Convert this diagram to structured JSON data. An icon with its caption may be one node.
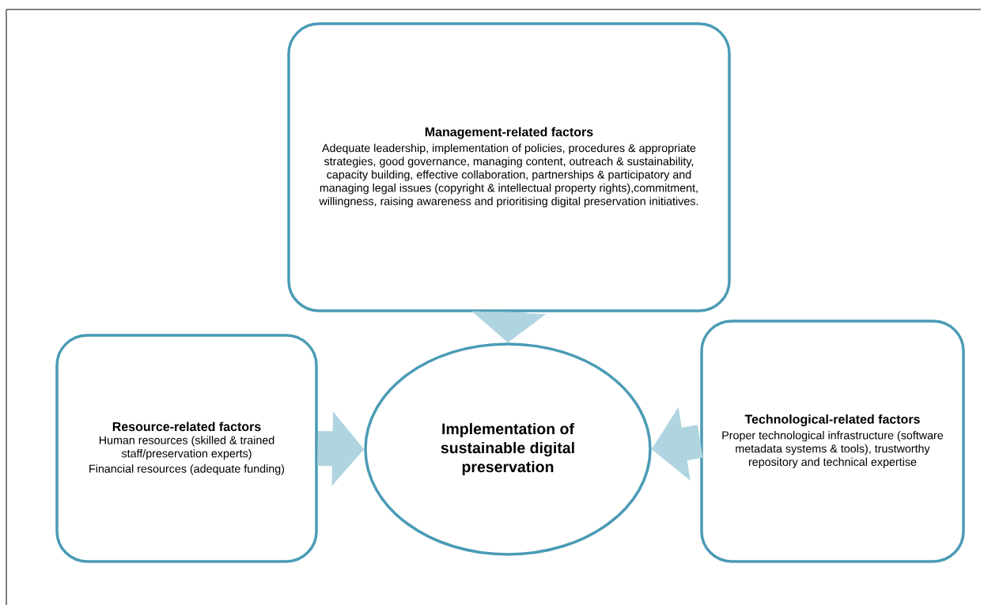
{
  "diagram": {
    "nodes": [
      {
        "text": [
          "Management-related factors",
          "Adequate leadership, implementation of policies, procedures & appropriate strategies, good governance, managing content, outreach & sustainability, capacity building, effective collaboration, partnerships & participatory and managing legal issues (copyright & intellectual property rights),commitment, willingness, raising awareness and prioritising digital preservation initiatives."
        ]
      },
      {
        "text": [
          "Resource-related factors",
          "Human resources (skilled & trained staff/preservation experts)",
          "Financial resources (adequate funding)"
        ]
      },
      {
        "text": [
          "Implementation of sustainable digital preservation"
        ]
      },
      {
        "text": [
          "Technological-related factors",
          "Proper technological infrastructure (software metadata systems & tools), trustworthy repository and technical expertise"
        ]
      }
    ],
    "edges": [
      {
        "from": 0,
        "to": 2,
        "arrow": "to"
      },
      {
        "from": 1,
        "to": 2,
        "arrow": "to"
      },
      {
        "from": 3,
        "to": 2,
        "arrow": "to"
      }
    ]
  }
}
